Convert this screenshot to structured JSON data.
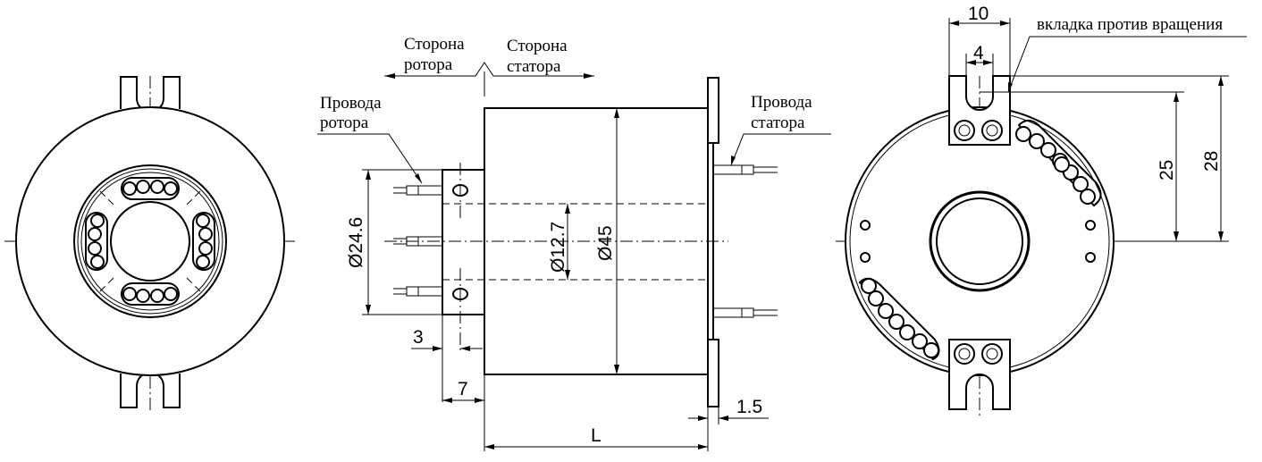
{
  "labels": {
    "rotor_side": [
      "Сторона",
      "ротора"
    ],
    "stator_side": [
      "Сторона",
      "статора"
    ],
    "rotor_wires": [
      "Провода",
      "ротора"
    ],
    "stator_wires": [
      "Провода",
      "статора"
    ],
    "anti_rotation_tab": "вкладка против вращения"
  },
  "dimensions": {
    "d_flange": "Ø24.6",
    "d_bore": "Ø12.7",
    "d_body": "Ø45",
    "dim_3": "3",
    "dim_7": "7",
    "dim_1_5": "1.5",
    "dim_L": "L",
    "dim_10": "10",
    "dim_4": "4",
    "dim_25": "25",
    "dim_28": "28"
  }
}
